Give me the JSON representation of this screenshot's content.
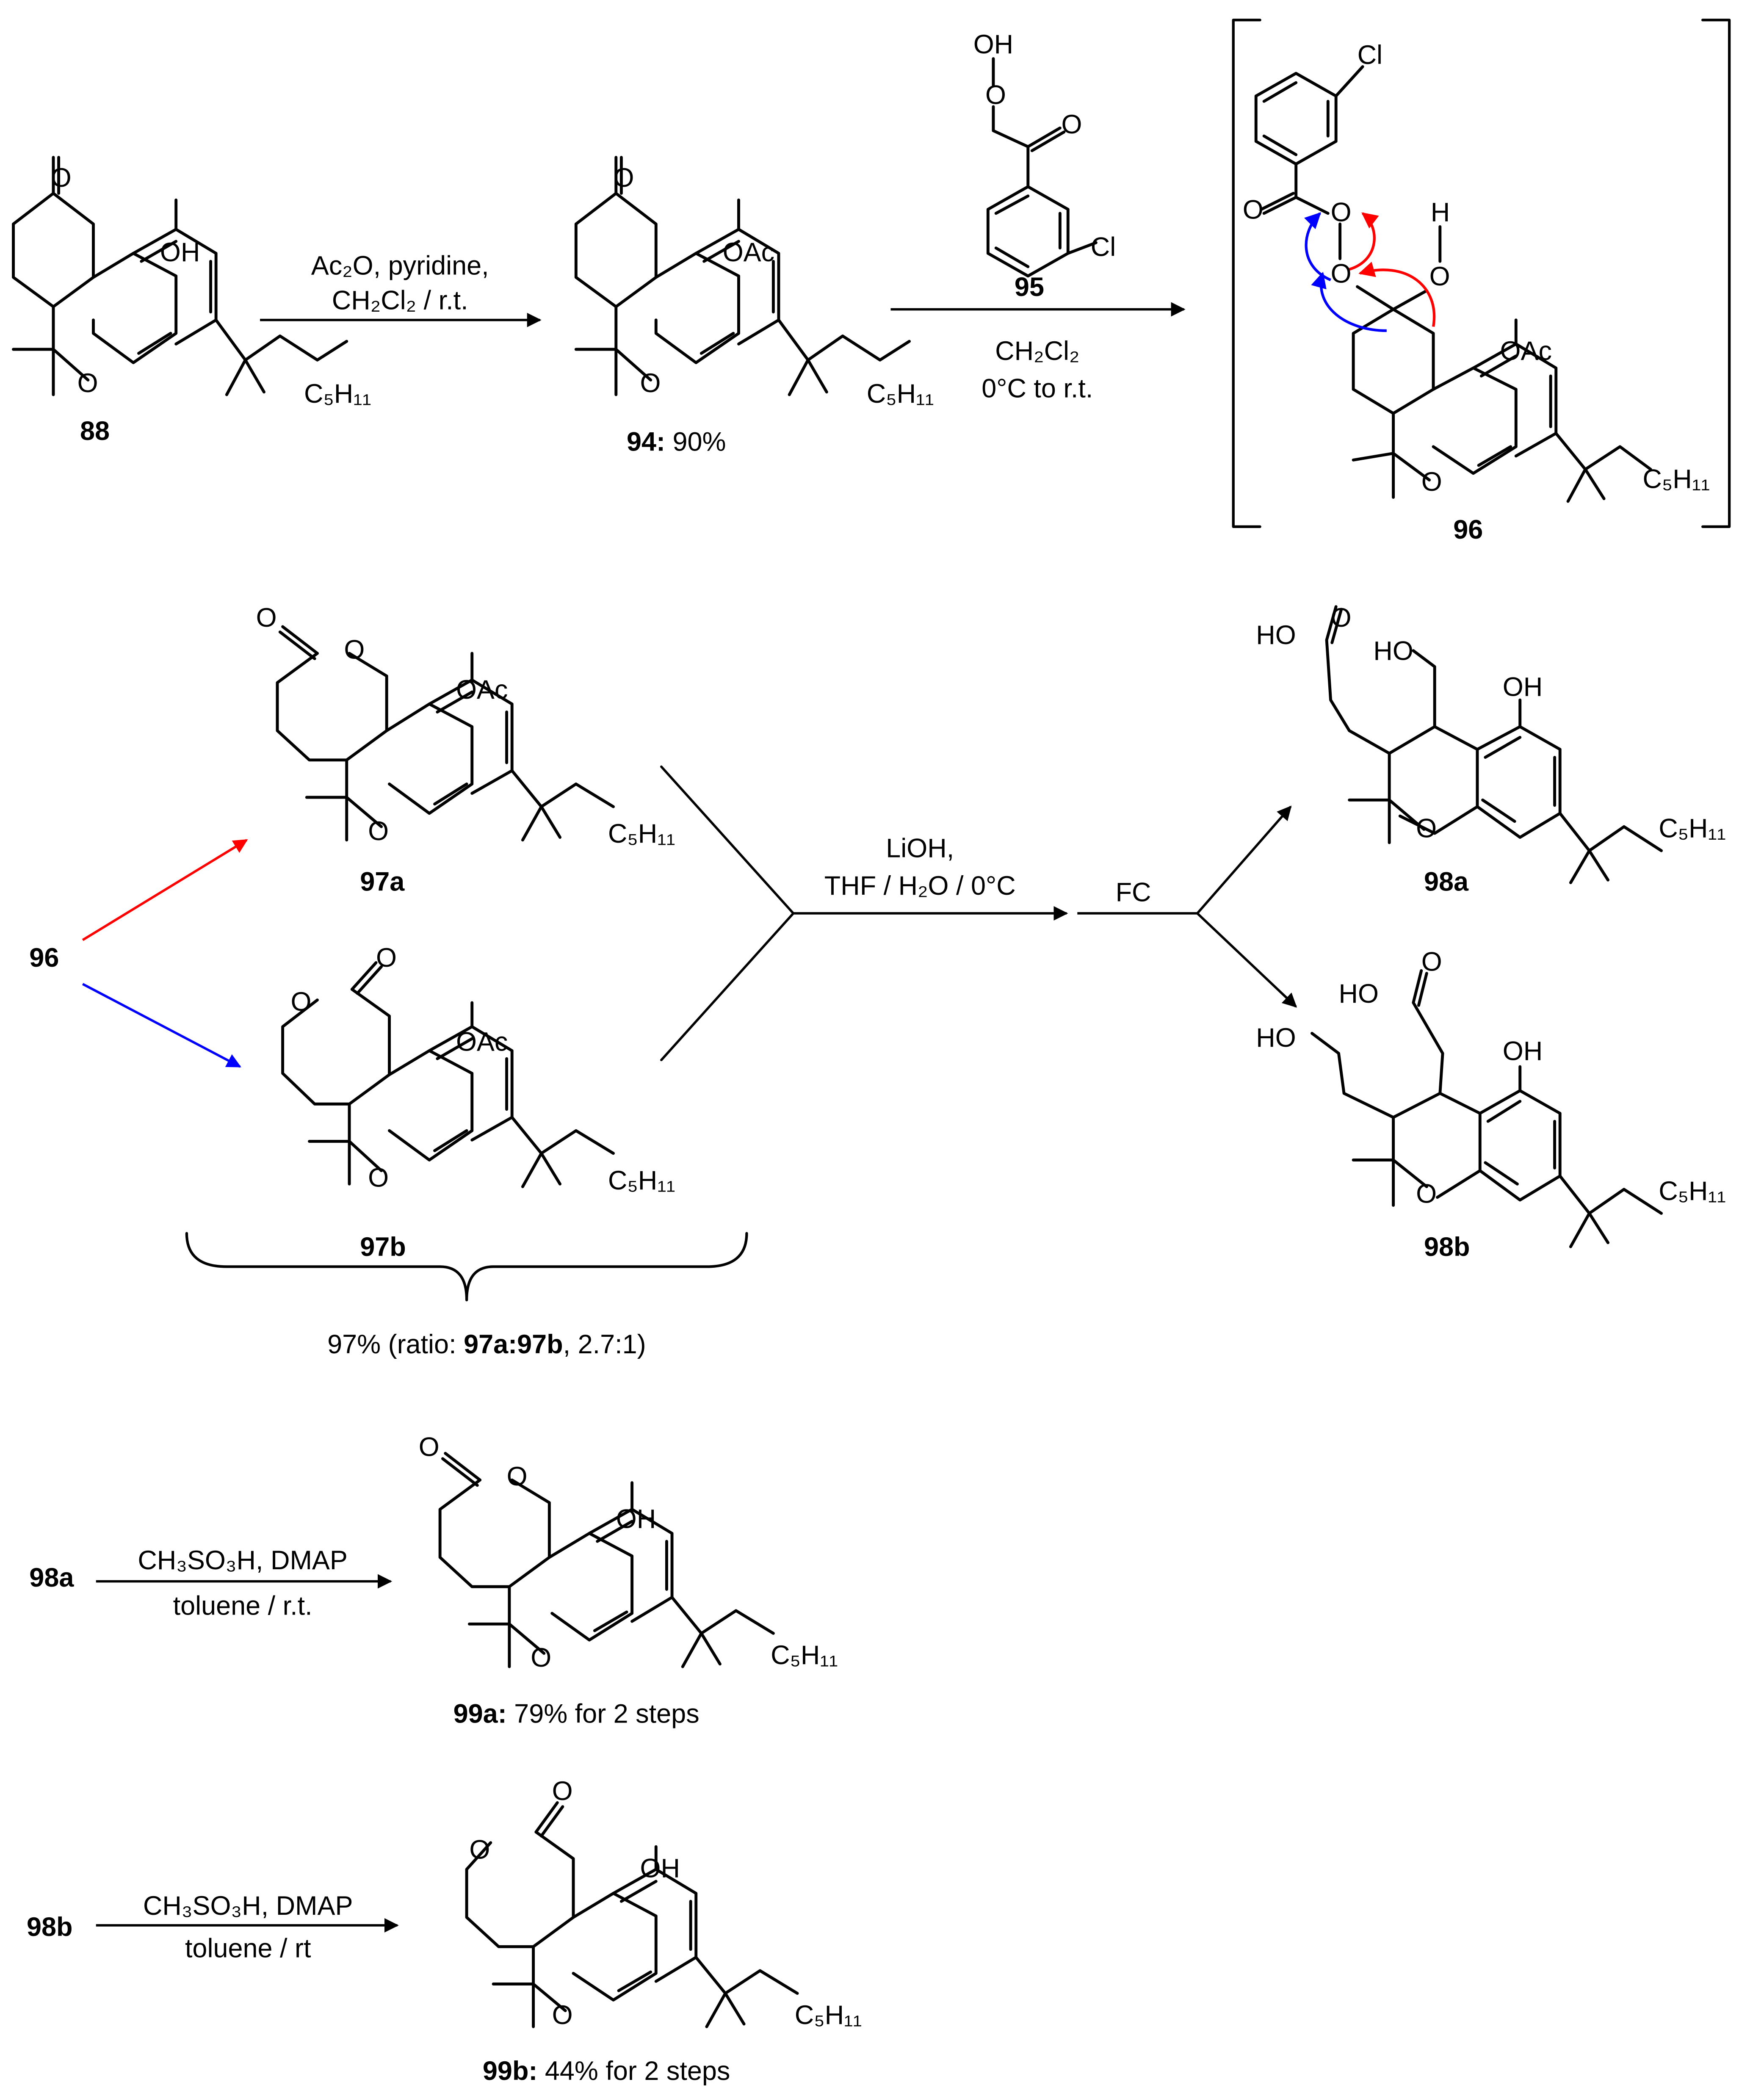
{
  "compounds": {
    "c88": "88",
    "c94": "94:",
    "c94_yield": " 90%",
    "c95": "95",
    "c96": "96",
    "c96_ref": "96",
    "c97a": "97a",
    "c97b": "97b",
    "c98a": "98a",
    "c98a_ref": "98a",
    "c98b": "98b",
    "c98b_ref": "98b",
    "c99a": "99a:",
    "c99a_yield": " 79% for 2 steps",
    "c99b": "99b:",
    "c99b_yield": " 44% for 2 steps"
  },
  "step1": {
    "line1": "Ac₂O, pyridine,",
    "line2": "CH₂Cl₂ / r.t."
  },
  "step2": {
    "line1": "CH₂Cl₂",
    "line2": "0°C to r.t."
  },
  "step3": {
    "line1": "LiOH,",
    "line2": "THF / H₂O / 0°C",
    "fc": "FC"
  },
  "step4": {
    "line1": "CH₃SO₃H, DMAP",
    "line2": "toluene / r.t."
  },
  "step5": {
    "line1": "CH₃SO₃H, DMAP",
    "line2": "toluene / rt"
  },
  "ratio": {
    "prefix": "97% (ratio: ",
    "bold": "97a:97b",
    "suffix": ", 2.7:1)"
  },
  "atoms": {
    "O": "O",
    "OH": "OH",
    "OAc": "OAc",
    "HO": "HO",
    "H": "H",
    "Cl": "Cl",
    "C5H11": "C₅H₁₁"
  },
  "colors": {
    "red_arrow": "#ff0000",
    "blue_arrow": "#0000ff",
    "bond": "#000000"
  }
}
